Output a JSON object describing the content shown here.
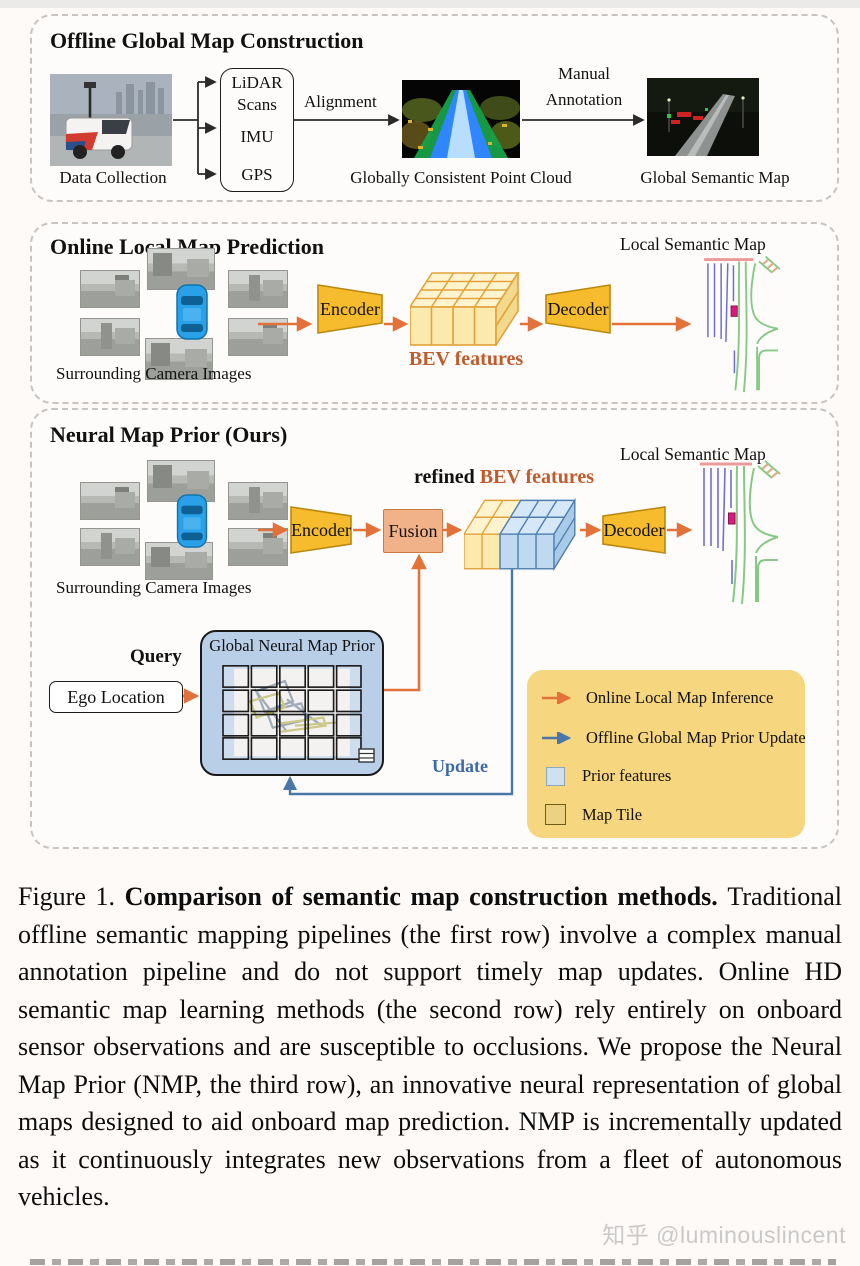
{
  "p1": {
    "title": "Offline Global Map Construction",
    "data_collection": "Data Collection",
    "lidar": "LiDAR",
    "scans": "Scans",
    "imu": "IMU",
    "gps": "GPS",
    "alignment": "Alignment",
    "point_cloud_label": "Globally Consistent Point Cloud",
    "manual_line1": "Manual",
    "manual_line2": "Annotation",
    "semantic_map_label": "Global Semantic Map"
  },
  "p2": {
    "title": "Online Local Map Prediction",
    "local_map_label": "Local Semantic Map",
    "cams_label": "Surrounding Camera Images",
    "encoder": "Encoder",
    "decoder": "Decoder",
    "bev_label": "BEV features"
  },
  "p3": {
    "title": "Neural Map Prior (Ours)",
    "local_map_label": "Local Semantic Map",
    "cams_label": "Surrounding Camera Images",
    "encoder": "Encoder",
    "fusion": "Fusion",
    "refined": "refined",
    "bev_label": "BEV features",
    "decoder": "Decoder",
    "query": "Query",
    "ego": "Ego Location",
    "global_prior_title": "Global Neural Map Prior",
    "update": "Update",
    "legend": [
      {
        "label": "Online Local Map Inference"
      },
      {
        "label": "Offline Global Map Prior Update"
      },
      {
        "label": "Prior features"
      },
      {
        "label": "Map Tile"
      }
    ]
  },
  "colors": {
    "inference_arrow": "#e2713a",
    "update_arrow": "#4a77a8",
    "encoder_fill": "#f7bc2d",
    "legend_bg": "#f6d67e",
    "prior_box": "#b9cfe7",
    "bev_text": "#bf5b2d"
  },
  "caption": {
    "fig": "Figure 1.",
    "bold": "Comparison of semantic map construction methods.",
    "body": "Traditional offline semantic mapping pipelines (the first row) involve a complex manual annotation pipeline and do not support timely map updates.  Online HD semantic map learning methods (the second row) rely entirely on onboard sensor observations and are susceptible to occlusions.  We propose the Neural Map Prior (NMP, the third row), an innovative neural representation of global maps designed to aid onboard map prediction. NMP is incrementally updated as it continuously integrates new observations from a fleet of autonomous vehicles."
  },
  "watermark": "知乎 @luminouslincent"
}
